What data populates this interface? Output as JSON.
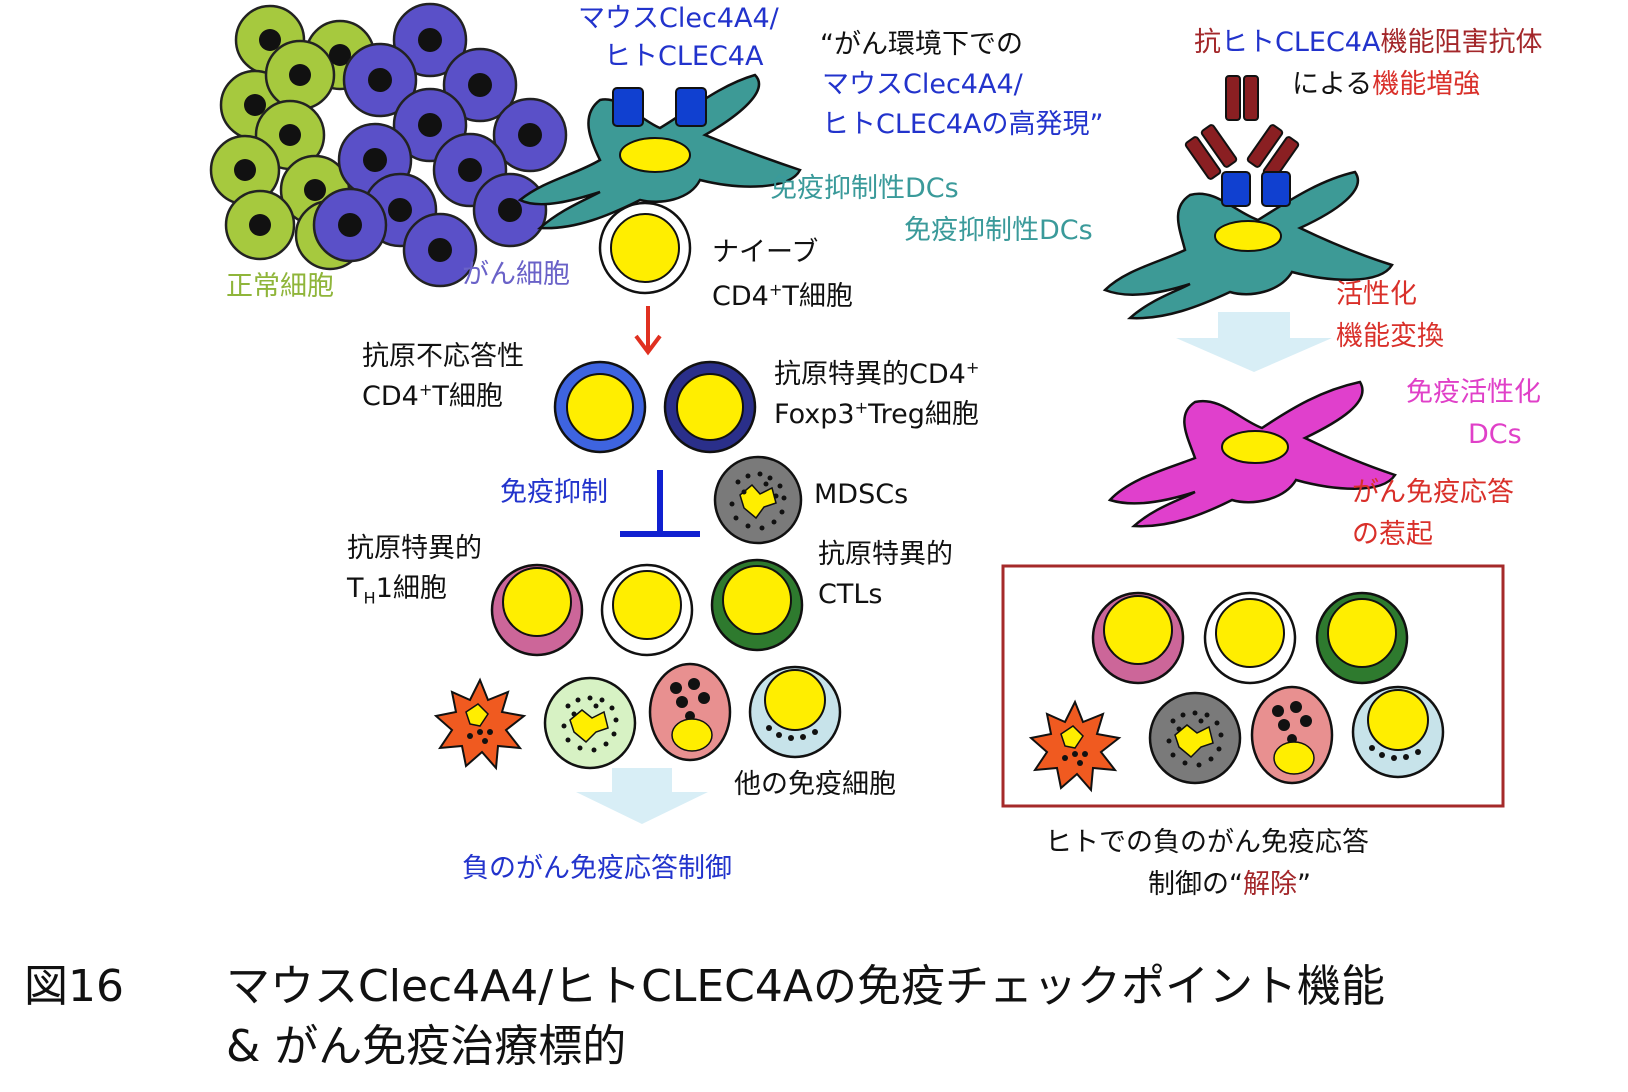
{
  "labels": {
    "mouse_receptor_a": "マウスClec4A4/",
    "mouse_receptor_b": "ヒトCLEC4A",
    "high_expr_1": "“がん環境下での",
    "high_expr_2": "マウスClec4A4/",
    "high_expr_3": "ヒトCLEC4Aの高発現”",
    "suppressive_dcs_1": "免疫抑制性DCs",
    "suppressive_dcs_2": "免疫抑制性DCs",
    "normal_cells": "正常細胞",
    "cancer_cells": "がん細胞",
    "naive_1": "ナイーブ",
    "naive_2a": "CD4",
    "naive_2sup": "+",
    "naive_2b": "T細胞",
    "anergic_1": "抗原不応答性",
    "anergic_2a": "CD4",
    "anergic_2sup": "+",
    "anergic_2b": "T細胞",
    "treg_1a": "抗原特異的CD4",
    "treg_1sup": "+",
    "treg_2a": "Foxp3",
    "treg_2sup": "+",
    "treg_2b": "Treg細胞",
    "immunosuppression": "免疫抑制",
    "mdscs": "MDSCs",
    "th1_1": "抗原特異的",
    "th1_2a": "T",
    "th1_2sub": "H",
    "th1_2b": "1細胞",
    "ctl_1": "抗原特異的",
    "ctl_2": "CTLs",
    "other_immune": "他の免疫細胞",
    "negative_control": "負のがん免疫応答制御",
    "antibody_1a": "抗",
    "antibody_1b": "ヒトCLEC4A",
    "antibody_1c": "機能阻害抗体",
    "antibody_2a": "による",
    "antibody_2b": "機能増強",
    "activation_1": "活性化",
    "activation_2": "機能変換",
    "activated_dcs_1": "免疫活性化",
    "activated_dcs_2": "DCs",
    "induction_1": "がん免疫応答",
    "induction_2": "の惹起",
    "release_1": "ヒトでの負のがん免疫応答",
    "release_2a": "制御の“",
    "release_2b": "解除",
    "release_2c": "”"
  },
  "caption": {
    "figure_number": "図16",
    "title_line1": "マウスClec4A4/ヒトCLEC4Aの免疫チェックポイント機能",
    "title_line2": "& がん免疫治療標的"
  },
  "colors": {
    "normal_cell": "#a6c93e",
    "cancer_cell": "#5a50c8",
    "suppressive_dc": "#3d9a96",
    "activated_dc": "#e040cc",
    "receptor": "#1040d0",
    "antibody": "#8a1f22",
    "nucleus_yellow": "#ffee00",
    "arrow_red": "#e03020",
    "inhibit_blue": "#1020d0",
    "box_red": "#a52a2a",
    "light_arrow": "#d8eef6"
  }
}
